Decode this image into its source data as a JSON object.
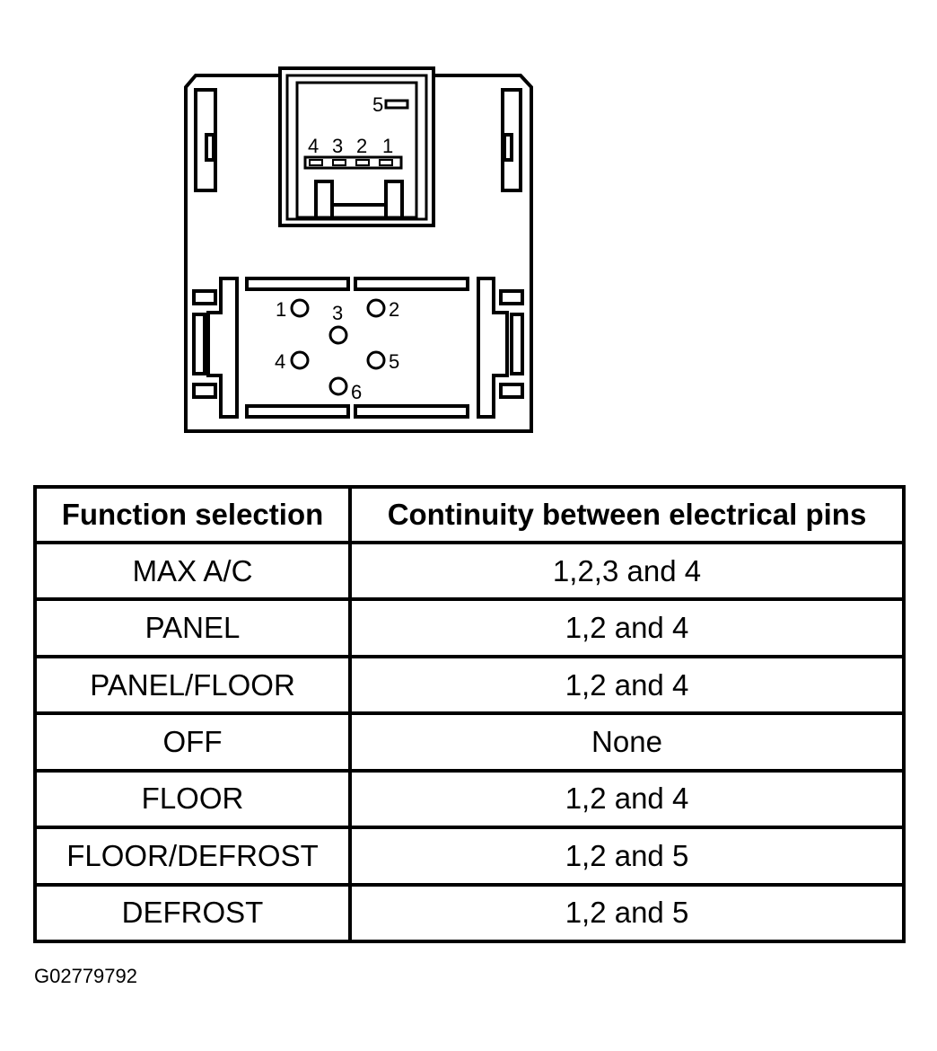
{
  "connector_diagram": {
    "top_connector_pins": [
      "4",
      "3",
      "2",
      "1"
    ],
    "top_connector_extra_pin": "5",
    "bottom_connector_pins": [
      "1",
      "2",
      "3",
      "4",
      "5",
      "6"
    ]
  },
  "table": {
    "headers": [
      "Function selection",
      "Continuity between electrical pins"
    ],
    "rows": [
      {
        "function": "MAX A/C",
        "continuity": "1,2,3 and 4"
      },
      {
        "function": "PANEL",
        "continuity": "1,2 and 4"
      },
      {
        "function": "PANEL/FLOOR",
        "continuity": "1,2 and 4"
      },
      {
        "function": "OFF",
        "continuity": "None"
      },
      {
        "function": "FLOOR",
        "continuity": "1,2 and 4"
      },
      {
        "function": "FLOOR/DEFROST",
        "continuity": "1,2 and 5"
      },
      {
        "function": "DEFROST",
        "continuity": "1,2 and 5"
      }
    ]
  },
  "figure_id": "G02779792"
}
